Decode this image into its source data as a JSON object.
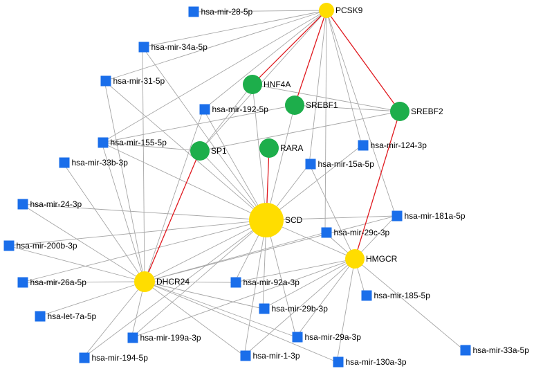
{
  "colors": {
    "gene": "#FFDD00",
    "tf": "#1DAE4B",
    "mirna": "#1A6EEA",
    "edge": "#A6A6A6",
    "tf_edge": "#E0191F"
  },
  "nodes": [
    {
      "id": "PCSK9",
      "label": "PCSK9",
      "type": "gene"
    },
    {
      "id": "SCD",
      "label": "SCD",
      "type": "gene"
    },
    {
      "id": "DHCR24",
      "label": "DHCR24",
      "type": "gene"
    },
    {
      "id": "HMGCR",
      "label": "HMGCR",
      "type": "gene"
    },
    {
      "id": "HNF4A",
      "label": "HNF4A",
      "type": "tf"
    },
    {
      "id": "SREBF1",
      "label": "SREBF1",
      "type": "tf"
    },
    {
      "id": "SREBF2",
      "label": "SREBF2",
      "type": "tf"
    },
    {
      "id": "SP1",
      "label": "SP1",
      "type": "tf"
    },
    {
      "id": "RARA",
      "label": "RARA",
      "type": "tf"
    },
    {
      "id": "mir28",
      "label": "hsa-mir-28-5p",
      "type": "mirna"
    },
    {
      "id": "mir34a",
      "label": "hsa-mir-34a-5p",
      "type": "mirna"
    },
    {
      "id": "mir31",
      "label": "hsa-mir-31-5p",
      "type": "mirna"
    },
    {
      "id": "mir192",
      "label": "hsa-mir-192-5p",
      "type": "mirna"
    },
    {
      "id": "mir155",
      "label": "hsa-mir-155-5p",
      "type": "mirna"
    },
    {
      "id": "mir124",
      "label": "hsa-mir-124-3p",
      "type": "mirna"
    },
    {
      "id": "mir33b",
      "label": "hsa-mir-33b-3p",
      "type": "mirna"
    },
    {
      "id": "mir15a",
      "label": "hsa-mir-15a-5p",
      "type": "mirna"
    },
    {
      "id": "mir24",
      "label": "hsa-mir-24-3p",
      "type": "mirna"
    },
    {
      "id": "mir181a",
      "label": "hsa-mir-181a-5p",
      "type": "mirna"
    },
    {
      "id": "mir29c",
      "label": "hsa-mir-29c-3p",
      "type": "mirna"
    },
    {
      "id": "mir200b",
      "label": "hsa-mir-200b-3p",
      "type": "mirna"
    },
    {
      "id": "mir26a",
      "label": "hsa-mir-26a-5p",
      "type": "mirna"
    },
    {
      "id": "mir92a",
      "label": "hsa-mir-92a-3p",
      "type": "mirna"
    },
    {
      "id": "mir185",
      "label": "hsa-mir-185-5p",
      "type": "mirna"
    },
    {
      "id": "let7a",
      "label": "hsa-let-7a-5p",
      "type": "mirna"
    },
    {
      "id": "mir29b",
      "label": "hsa-mir-29b-3p",
      "type": "mirna"
    },
    {
      "id": "mir199a",
      "label": "hsa-mir-199a-3p",
      "type": "mirna"
    },
    {
      "id": "mir29a",
      "label": "hsa-mir-29a-3p",
      "type": "mirna"
    },
    {
      "id": "mir194",
      "label": "hsa-mir-194-5p",
      "type": "mirna"
    },
    {
      "id": "mir1",
      "label": "hsa-mir-1-3p",
      "type": "mirna"
    },
    {
      "id": "mir130a",
      "label": "hsa-mir-130a-3p",
      "type": "mirna"
    },
    {
      "id": "mir33a",
      "label": "hsa-mir-33a-5p",
      "type": "mirna"
    }
  ],
  "edges": [
    [
      "PCSK9",
      "HNF4A",
      "tf"
    ],
    [
      "PCSK9",
      "SREBF1",
      "tf"
    ],
    [
      "PCSK9",
      "SREBF2",
      "tf"
    ],
    [
      "SCD",
      "RARA",
      "tf"
    ],
    [
      "DHCR24",
      "SP1",
      "tf"
    ],
    [
      "HMGCR",
      "SREBF2",
      "tf"
    ],
    [
      "PCSK9",
      "mir28"
    ],
    [
      "PCSK9",
      "mir34a"
    ],
    [
      "PCSK9",
      "mir31"
    ],
    [
      "PCSK9",
      "mir155"
    ],
    [
      "PCSK9",
      "SP1"
    ],
    [
      "PCSK9",
      "mir124"
    ],
    [
      "PCSK9",
      "mir15a"
    ],
    [
      "PCSK9",
      "mir29c"
    ],
    [
      "PCSK9",
      "mir192"
    ],
    [
      "PCSK9",
      "mir181a"
    ],
    [
      "SCD",
      "mir34a"
    ],
    [
      "SCD",
      "mir31"
    ],
    [
      "SCD",
      "mir192"
    ],
    [
      "SCD",
      "mir155"
    ],
    [
      "SCD",
      "mir124"
    ],
    [
      "SCD",
      "mir15a"
    ],
    [
      "SCD",
      "mir24"
    ],
    [
      "SCD",
      "mir181a"
    ],
    [
      "SCD",
      "mir200b"
    ],
    [
      "SCD",
      "mir26a"
    ],
    [
      "SCD",
      "mir92a"
    ],
    [
      "SCD",
      "mir29b"
    ],
    [
      "SCD",
      "mir29a"
    ],
    [
      "SCD",
      "mir1"
    ],
    [
      "SCD",
      "mir199a"
    ],
    [
      "SCD",
      "mir194"
    ],
    [
      "SCD",
      "DHCR24"
    ],
    [
      "SCD",
      "HMGCR"
    ],
    [
      "SCD",
      "HNF4A"
    ],
    [
      "SCD",
      "SREBF1"
    ],
    [
      "SCD",
      "SP1"
    ],
    [
      "SP1",
      "mir155"
    ],
    [
      "SP1",
      "SREBF2"
    ],
    [
      "SP1",
      "HNF4A"
    ],
    [
      "SREBF1",
      "mir155"
    ],
    [
      "SREBF1",
      "SREBF2"
    ],
    [
      "HNF4A",
      "SREBF2"
    ],
    [
      "DHCR24",
      "mir34a"
    ],
    [
      "DHCR24",
      "mir31"
    ],
    [
      "DHCR24",
      "mir192"
    ],
    [
      "DHCR24",
      "mir155"
    ],
    [
      "DHCR24",
      "mir33b"
    ],
    [
      "DHCR24",
      "mir24"
    ],
    [
      "DHCR24",
      "mir200b"
    ],
    [
      "DHCR24",
      "mir26a"
    ],
    [
      "DHCR24",
      "let7a"
    ],
    [
      "DHCR24",
      "mir199a"
    ],
    [
      "DHCR24",
      "mir194"
    ],
    [
      "DHCR24",
      "mir1"
    ],
    [
      "DHCR24",
      "mir29b"
    ],
    [
      "DHCR24",
      "mir29a"
    ],
    [
      "DHCR24",
      "mir130a"
    ],
    [
      "DHCR24",
      "mir92a"
    ],
    [
      "DHCR24",
      "mir29c"
    ],
    [
      "DHCR24",
      "mir181a"
    ],
    [
      "HMGCR",
      "mir15a"
    ],
    [
      "HMGCR",
      "mir29c"
    ],
    [
      "HMGCR",
      "mir181a"
    ],
    [
      "HMGCR",
      "mir185"
    ],
    [
      "HMGCR",
      "mir33a"
    ],
    [
      "HMGCR",
      "mir92a"
    ],
    [
      "HMGCR",
      "mir29b"
    ],
    [
      "HMGCR",
      "mir29a"
    ],
    [
      "HMGCR",
      "mir1"
    ],
    [
      "HMGCR",
      "mir130a"
    ],
    [
      "HMGCR",
      "mir199a"
    ]
  ]
}
